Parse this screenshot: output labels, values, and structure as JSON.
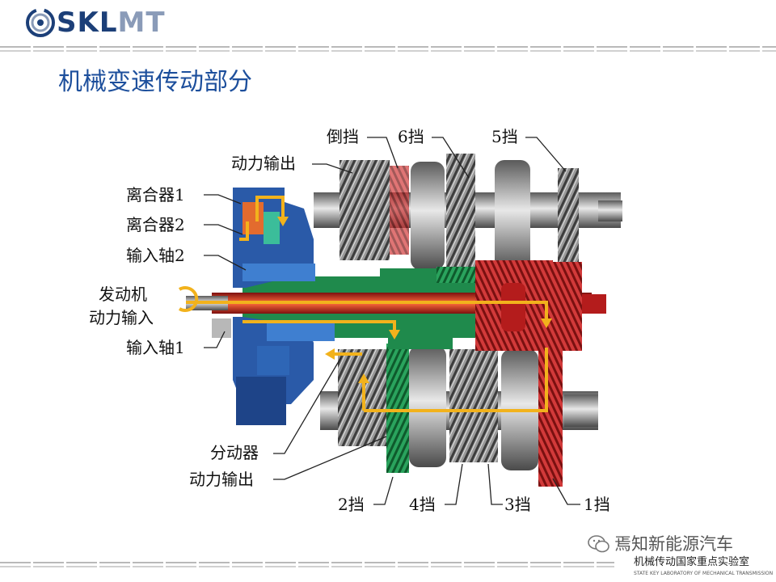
{
  "header": {
    "logo_text_primary": "SKL",
    "logo_text_secondary": "MT",
    "logo_icon": "sklmt-ring-logo-icon"
  },
  "title": "机械变速传动部分",
  "labels": {
    "reverse": "倒挡",
    "gear6": "6挡",
    "gear5": "5挡",
    "power_output_top": "动力输出",
    "clutch1": "离合器1",
    "clutch2": "离合器2",
    "input_shaft2": "输入轴2",
    "engine_line1": "发动机",
    "engine_line2": "动力输入",
    "input_shaft1": "输入轴1",
    "transfer": "分动器",
    "power_output_bottom": "动力输出",
    "gear2": "2挡",
    "gear4": "4挡",
    "gear3": "3挡",
    "gear1": "1挡"
  },
  "watermark": {
    "text": "焉知新能源汽车",
    "lab_name": "机械传动国家重点实验室",
    "lab_sub": "STATE KEY LABORATORY OF MECHANICAL TRANSMISSION",
    "icon": "wechat-icon"
  },
  "colors": {
    "title": "#1d4f9c",
    "logo_primary": "#1c3f78",
    "logo_secondary": "#8a9bb8",
    "shaft_red": "#c8232a",
    "shaft_green": "#1f8a4c",
    "clutch_blue": "#2a5aa8",
    "power_flow": "#f2b21c"
  }
}
